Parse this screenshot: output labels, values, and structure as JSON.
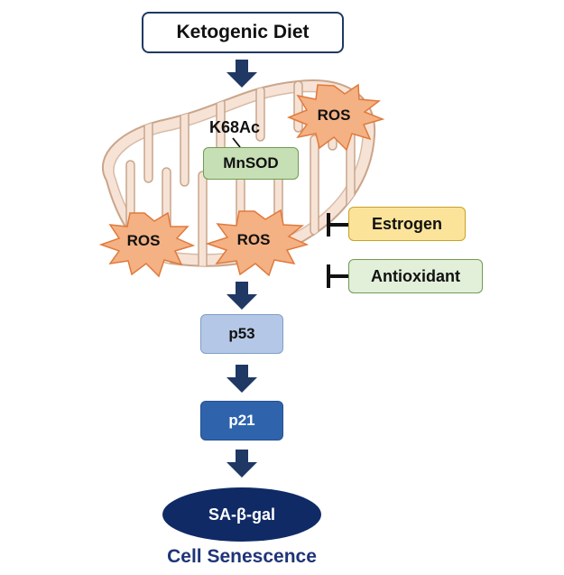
{
  "nodes": {
    "diet": "Ketogenic Diet",
    "k68ac": "K68Ac",
    "mnsod": "MnSOD",
    "ros": "ROS",
    "estrogen": "Estrogen",
    "antioxidant": "Antioxidant",
    "p53": "p53",
    "p21": "p21",
    "sagal": "SA-β-gal",
    "outcome": "Cell Senescence"
  },
  "colors": {
    "arrow": "#1f3864",
    "ros_fill": "#f4b183",
    "ros_stroke": "#e07a3c",
    "mito_fill": "#f6e3d6",
    "mito_stroke": "#c9a58b",
    "outcome_text": "#1f3478"
  }
}
